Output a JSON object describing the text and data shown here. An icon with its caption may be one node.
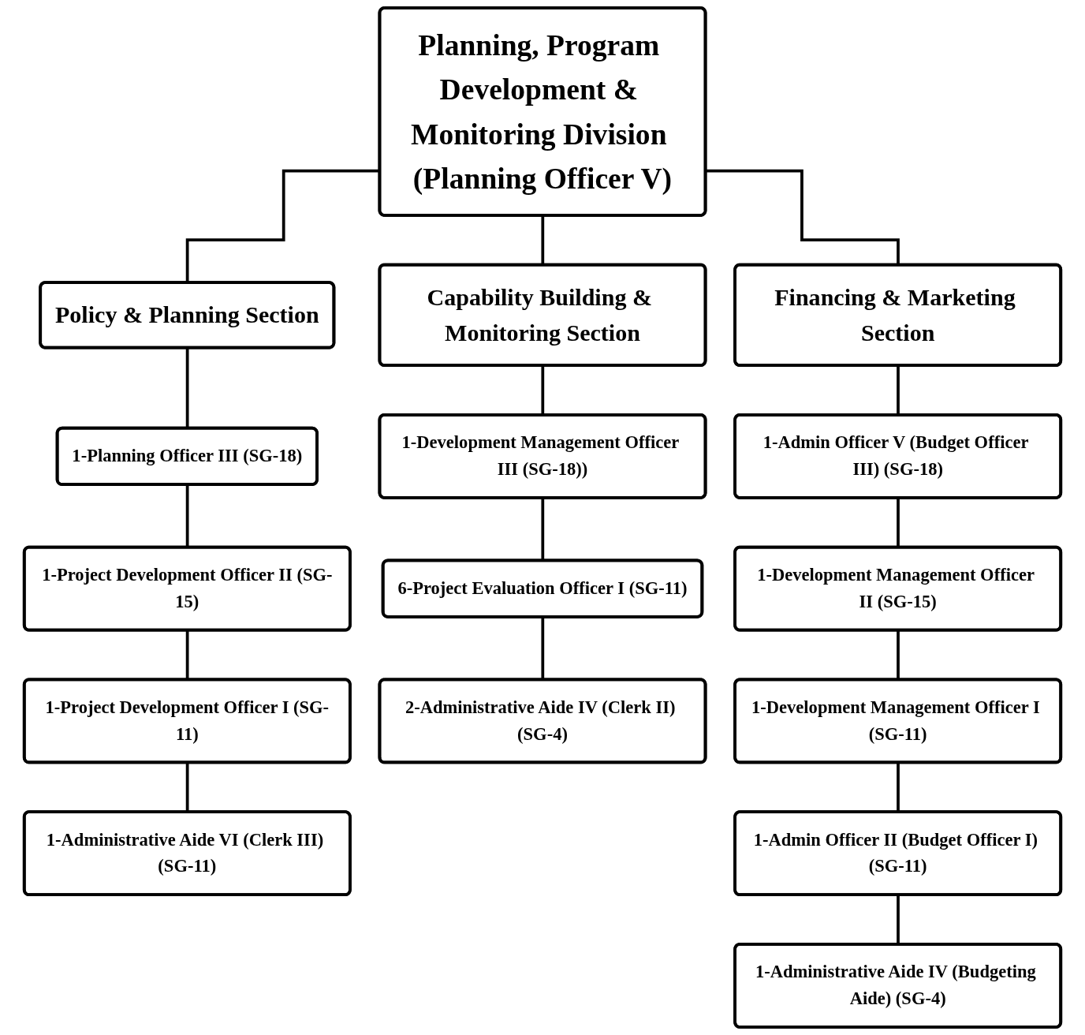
{
  "diagram": {
    "nodes": [
      {
        "text": [
          "Planning, Program Development & Monitoring Division (Planning Officer V)"
        ]
      },
      {
        "text": [
          "Policy & Planning Section"
        ]
      },
      {
        "text": [
          "Capability Building & Monitoring Section"
        ]
      },
      {
        "text": [
          "Financing & Marketing Section"
        ]
      },
      {
        "text": [
          "1-Planning Officer III (SG-18)"
        ]
      },
      {
        "text": [
          "1-Project Development Officer II (SG-15)"
        ]
      },
      {
        "text": [
          "1-Project Development Officer I (SG-11)"
        ]
      },
      {
        "text": [
          "1-Administrative Aide VI (Clerk III) (SG-11)"
        ]
      },
      {
        "text": [
          "1-Development Management Officer III (SG-18))"
        ]
      },
      {
        "text": [
          "6-Project Evaluation Officer I (SG-11)"
        ]
      },
      {
        "text": [
          "2-Administrative Aide IV (Clerk II) (SG-4)"
        ]
      },
      {
        "text": [
          "1-Admin Officer V (Budget Officer III) (SG-18)"
        ]
      },
      {
        "text": [
          "1-Development Management Officer II (SG-15)"
        ]
      },
      {
        "text": [
          "1-Development Management Officer I (SG-11)"
        ]
      },
      {
        "text": [
          "1-Admin Officer II (Budget Officer I) (SG-11)"
        ]
      },
      {
        "text": [
          "1-Administrative Aide IV (Budgeting Aide) (SG-4)"
        ]
      }
    ],
    "edges": [
      {
        "from": 0,
        "to": 1,
        "arrow": "none"
      },
      {
        "from": 0,
        "to": 2,
        "arrow": "none"
      },
      {
        "from": 0,
        "to": 3,
        "arrow": "none"
      },
      {
        "from": 1,
        "to": 4,
        "arrow": "none"
      },
      {
        "from": 4,
        "to": 5,
        "arrow": "none"
      },
      {
        "from": 5,
        "to": 6,
        "arrow": "none"
      },
      {
        "from": 6,
        "to": 7,
        "arrow": "none"
      },
      {
        "from": 2,
        "to": 8,
        "arrow": "none"
      },
      {
        "from": 8,
        "to": 9,
        "arrow": "none"
      },
      {
        "from": 9,
        "to": 10,
        "arrow": "none"
      },
      {
        "from": 3,
        "to": 11,
        "arrow": "none"
      },
      {
        "from": 11,
        "to": 12,
        "arrow": "none"
      },
      {
        "from": 12,
        "to": 13,
        "arrow": "none"
      },
      {
        "from": 13,
        "to": 14,
        "arrow": "none"
      },
      {
        "from": 14,
        "to": 15,
        "arrow": "none"
      }
    ]
  }
}
